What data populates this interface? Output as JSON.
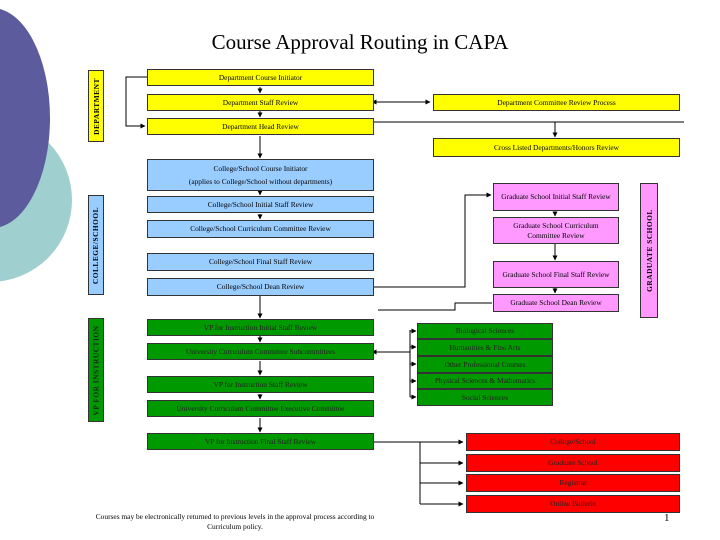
{
  "slide": {
    "title": "Course Approval Routing in CAPA",
    "footnote": "Courses may be electronically returned to previous levels in the approval process according to Curriculum policy.",
    "page_number": "1"
  },
  "colors": {
    "department": "#ffff00",
    "college_school": "#99ccff",
    "graduate_school": "#ff99ff",
    "vp_instruction": "#009900",
    "final_recipients": "#ff0000",
    "decoration_purple": "#5b5b9e",
    "decoration_teal": "#9fcfcf"
  },
  "sections": {
    "department": "DEPARTMENT",
    "college_school": "COLLEGE/SCHOOL",
    "graduate_school": "GRADUATE SCHOOL",
    "vp_instruction": "VP FOR INSTRUCTION"
  },
  "department": {
    "course_initiator": "Department Course Initiator",
    "staff_review": "Department Staff Review",
    "head_review": "Department Head Review",
    "committee_review": "Department Committee Review Process",
    "cross_listed": "Cross Listed Departments/Honors Review"
  },
  "college": {
    "initiator_line1": "College/School Course Initiator",
    "initiator_line2": "(applies to College/School without departments)",
    "initial_staff": "College/School Initial Staff Review",
    "curriculum_committee": "College/School Curriculum Committee Review",
    "final_staff": "College/School Final Staff Review",
    "dean_review": "College/School Dean Review"
  },
  "graduate": {
    "initial_staff": "Graduate School Initial Staff Review",
    "curriculum_committee": "Graduate School Curriculum Committee Review",
    "final_staff": "Graduate School Final Staff Review",
    "dean_review": "Graduate School Dean Review"
  },
  "vp": {
    "initial_staff": "VP for Instruction Initial Staff Review",
    "subcommittees": "University Curriculum Committee Subcommittees",
    "staff_review": "VP for Instruction Staff Review",
    "executive_committee": "University Curriculum Committee Executive Committee",
    "final_staff": "VP for Instruction Final Staff Review"
  },
  "subcommittees": [
    "Biological Sciences",
    "Humanities & Fine Arts",
    "Other Professional Courses",
    "Physical Sciences & Mathematics",
    "Social Sciences"
  ],
  "recipients": [
    "College/School",
    "Graduate School",
    "Registrar",
    "Online Bulletin"
  ]
}
